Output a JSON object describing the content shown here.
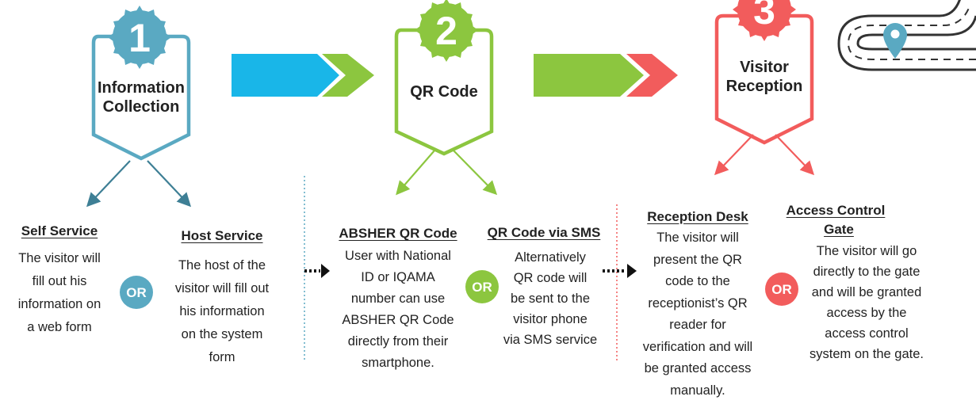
{
  "colors": {
    "blue": "#5aa9c2",
    "green": "#8cc63f",
    "red": "#f25c5c",
    "cyan": "#19b6e8",
    "dark": "#222222"
  },
  "steps": [
    {
      "number": "1",
      "title_line1": "Information",
      "title_line2": "Collection"
    },
    {
      "number": "2",
      "title_line1": "QR Code"
    },
    {
      "number": "3",
      "title_line1": "Visitor",
      "title_line2": "Reception"
    }
  ],
  "or_label": "OR",
  "options": {
    "self_service": {
      "heading": "Self Service",
      "lines": [
        "The visitor will",
        "fill out his",
        "information on",
        "a web form"
      ]
    },
    "host_service": {
      "heading": "Host Service",
      "lines": [
        "The host of the",
        "visitor will fill out",
        "his information",
        "on the system",
        "form"
      ]
    },
    "absher_qr": {
      "heading": "ABSHER QR Code",
      "lines": [
        "User with National",
        "ID or IQAMA",
        "number can use",
        "ABSHER QR Code",
        "directly from their",
        "smartphone."
      ]
    },
    "qr_sms": {
      "heading": "QR Code via SMS",
      "lines": [
        "Alternatively",
        "QR code will",
        "be sent to the",
        "visitor phone",
        "via SMS service"
      ]
    },
    "reception_desk": {
      "heading": "Reception Desk",
      "lines": [
        "The visitor will",
        "present the QR",
        "code to the",
        "receptionist’s QR",
        "reader for",
        "verification and will",
        "be granted access",
        "manually."
      ]
    },
    "access_gate": {
      "heading_line1": "Access Control",
      "heading_line2": "Gate",
      "lines": [
        "The visitor will go",
        "directly to the gate",
        "and will be granted",
        "access by the",
        "access control",
        "system on the gate."
      ]
    }
  },
  "icons": [
    "road-map-pin-icon"
  ]
}
